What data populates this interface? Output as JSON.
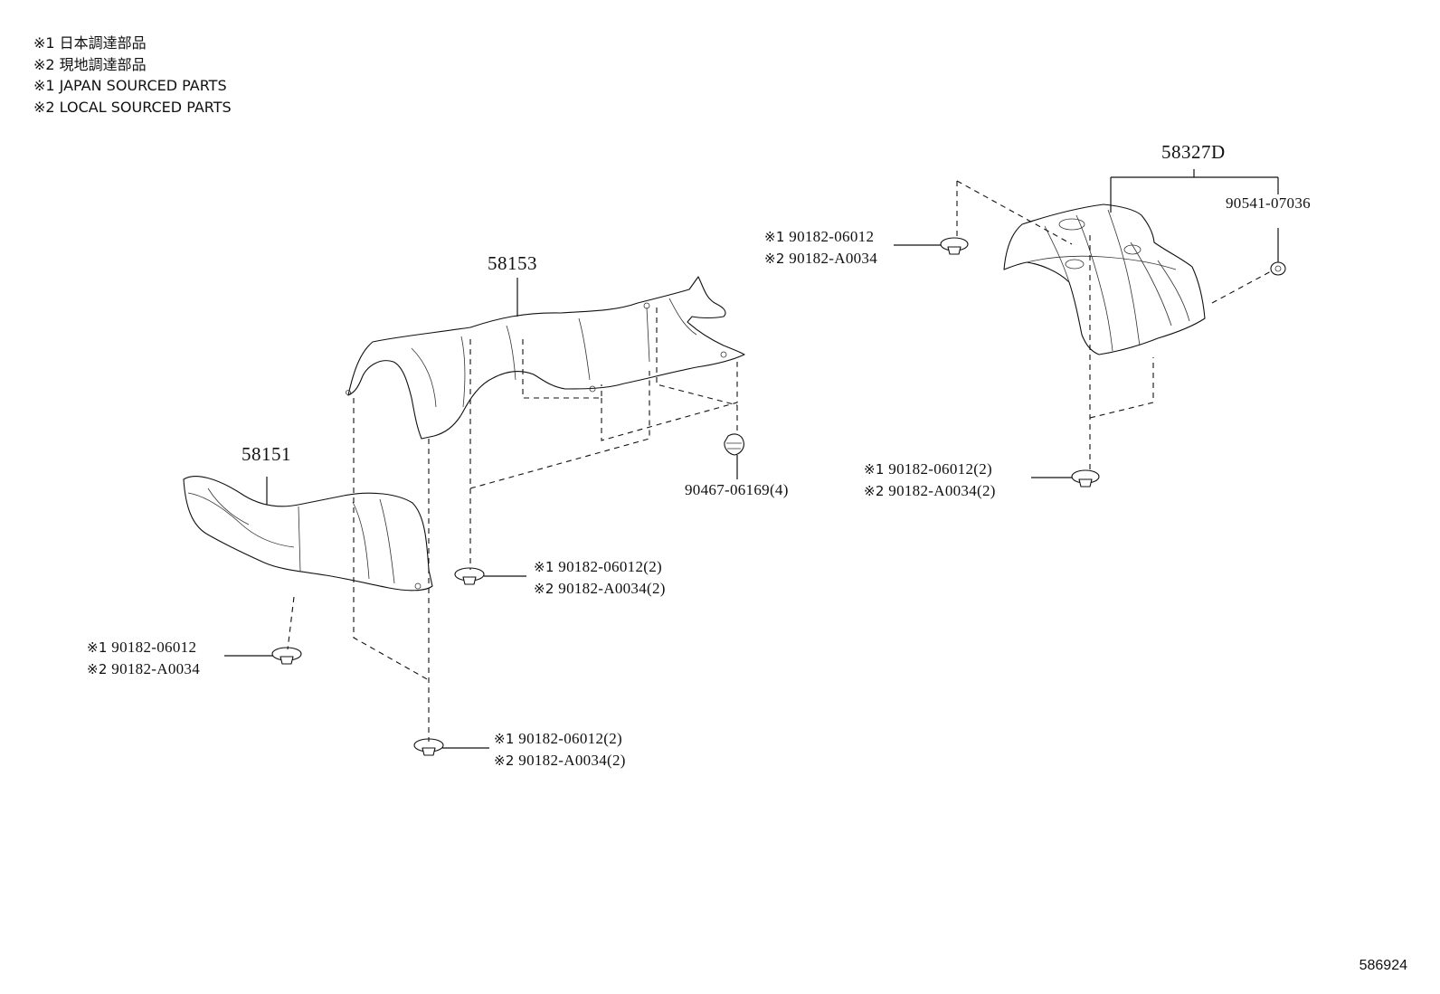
{
  "legend": {
    "line1": "※1 日本調達部品",
    "line2": "※2 現地調達部品",
    "line3": "※1 JAPAN SOURCED PARTS",
    "line4": "※2 LOCAL SOURCED PARTS"
  },
  "parts": {
    "p58153": "58153",
    "p58151": "58151",
    "p58327D": "58327D",
    "p90541": "90541-07036",
    "p90467": "90467-06169(4)"
  },
  "callouts": {
    "c1": {
      "mark1": "※1",
      "num1": "90182-06012",
      "mark2": "※2",
      "num2": "90182-A0034"
    },
    "c2": {
      "mark1": "※1",
      "num1": "90182-06012(2)",
      "mark2": "※2",
      "num2": "90182-A0034(2)"
    },
    "c3": {
      "mark1": "※1",
      "num1": "90182-06012(2)",
      "mark2": "※2",
      "num2": "90182-A0034(2)"
    },
    "c4": {
      "mark1": "※1",
      "num1": "90182-06012",
      "mark2": "※2",
      "num2": "90182-A0034"
    },
    "c5": {
      "mark1": "※1",
      "num1": "90182-06012(2)",
      "mark2": "※2",
      "num2": "90182-A0034(2)"
    }
  },
  "image_id": "586924"
}
